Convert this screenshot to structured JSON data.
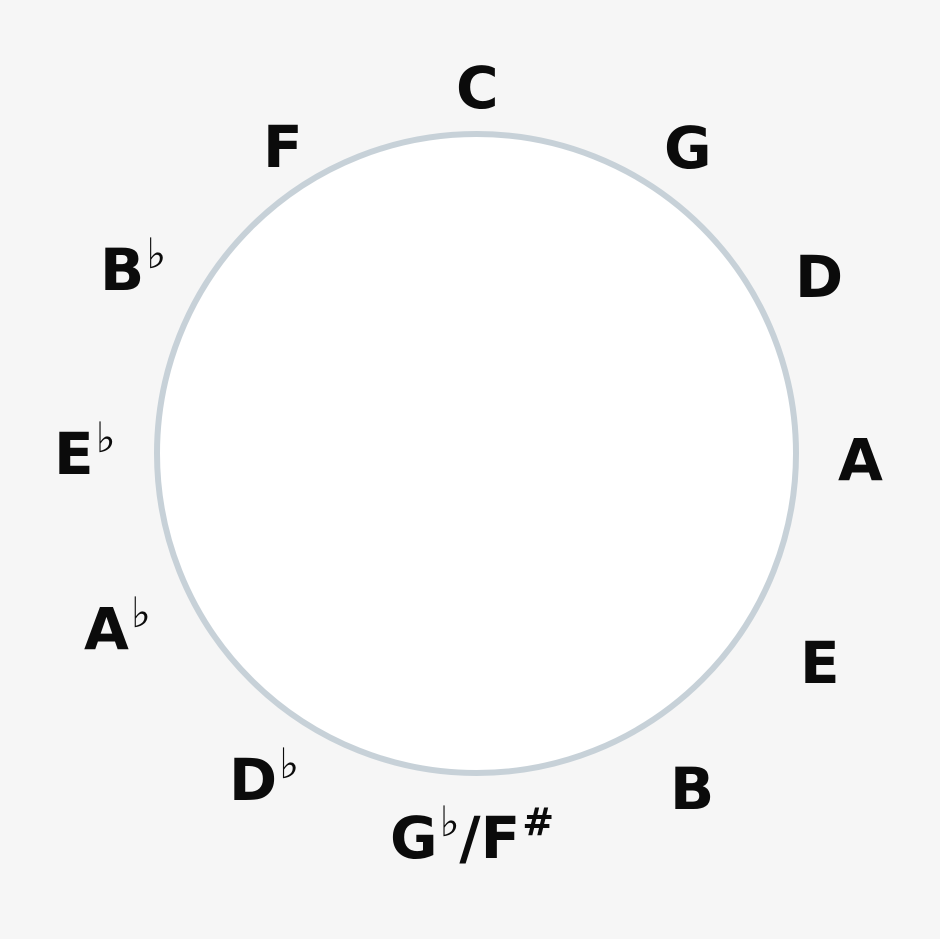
{
  "circle_of_fifths": {
    "notes": [
      {
        "letter": "C",
        "accidental": ""
      },
      {
        "letter": "G",
        "accidental": ""
      },
      {
        "letter": "D",
        "accidental": ""
      },
      {
        "letter": "A",
        "accidental": ""
      },
      {
        "letter": "E",
        "accidental": ""
      },
      {
        "letter": "B",
        "accidental": ""
      },
      {
        "letter": "G",
        "accidental": "♭",
        "sep": "/",
        "letter2": "F",
        "accidental2": "#"
      },
      {
        "letter": "D",
        "accidental": "♭"
      },
      {
        "letter": "A",
        "accidental": "♭"
      },
      {
        "letter": "E",
        "accidental": "♭"
      },
      {
        "letter": "B",
        "accidental": "♭"
      },
      {
        "letter": "F",
        "accidental": ""
      }
    ]
  },
  "colors": {
    "background": "#f6f6f6",
    "circle_fill": "#ffffff",
    "circle_stroke": "#c7d1d8",
    "text": "#0b0b0b"
  }
}
